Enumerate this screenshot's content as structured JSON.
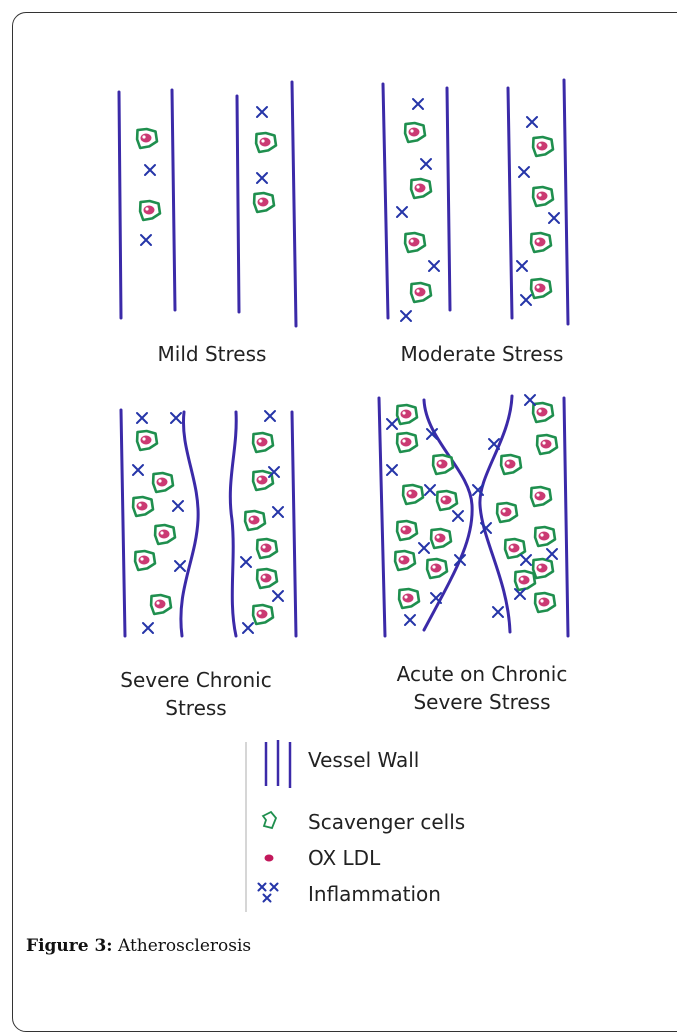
{
  "panels": [
    {
      "id": "mild",
      "label": "Mild Stress"
    },
    {
      "id": "moderate",
      "label": "Moderate Stress"
    },
    {
      "id": "severe",
      "label": "Severe Chronic Stress"
    },
    {
      "id": "acute",
      "label": "Acute on Chronic Severe Stress"
    }
  ],
  "legend": {
    "items": [
      {
        "key": "vessel-wall",
        "label": "Vessel Wall"
      },
      {
        "key": "scavenger-cells",
        "label": "Scavenger cells"
      },
      {
        "key": "ox-ldl",
        "label": "OX LDL"
      },
      {
        "key": "inflammation",
        "label": "Inflammation"
      }
    ]
  },
  "caption": {
    "figure_label": "Figure 3:",
    "text": "Atherosclerosis"
  },
  "colors": {
    "vessel_wall": "#3b2aa8",
    "scavenger_cell": "#1f8f4e",
    "ox_ldl": "#c2185b",
    "inflammation": "#2535a8"
  }
}
